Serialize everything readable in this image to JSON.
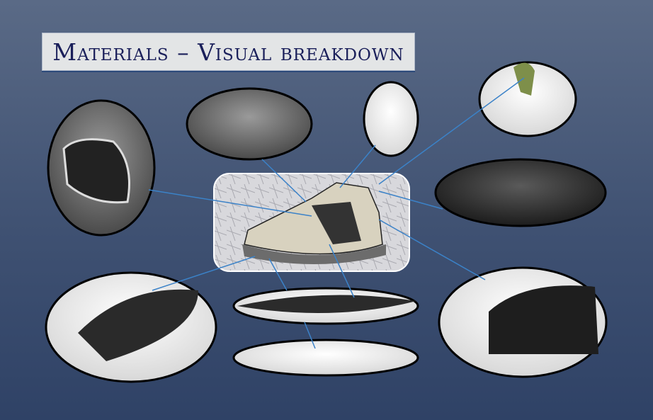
{
  "title": "Materials – Visual breakdown",
  "colors": {
    "background": "#46577a",
    "title_text": "#1a1f5a",
    "connector": "#3b82c8"
  },
  "images": [
    "upper-mesh-window",
    "lace-and-eyelets",
    "inner-lining-detail",
    "heel-pull-loop",
    "collar-mesh-lining",
    "heel-counter",
    "outsole-tread",
    "midsole-insole",
    "insole-lining",
    "center-shoe"
  ]
}
